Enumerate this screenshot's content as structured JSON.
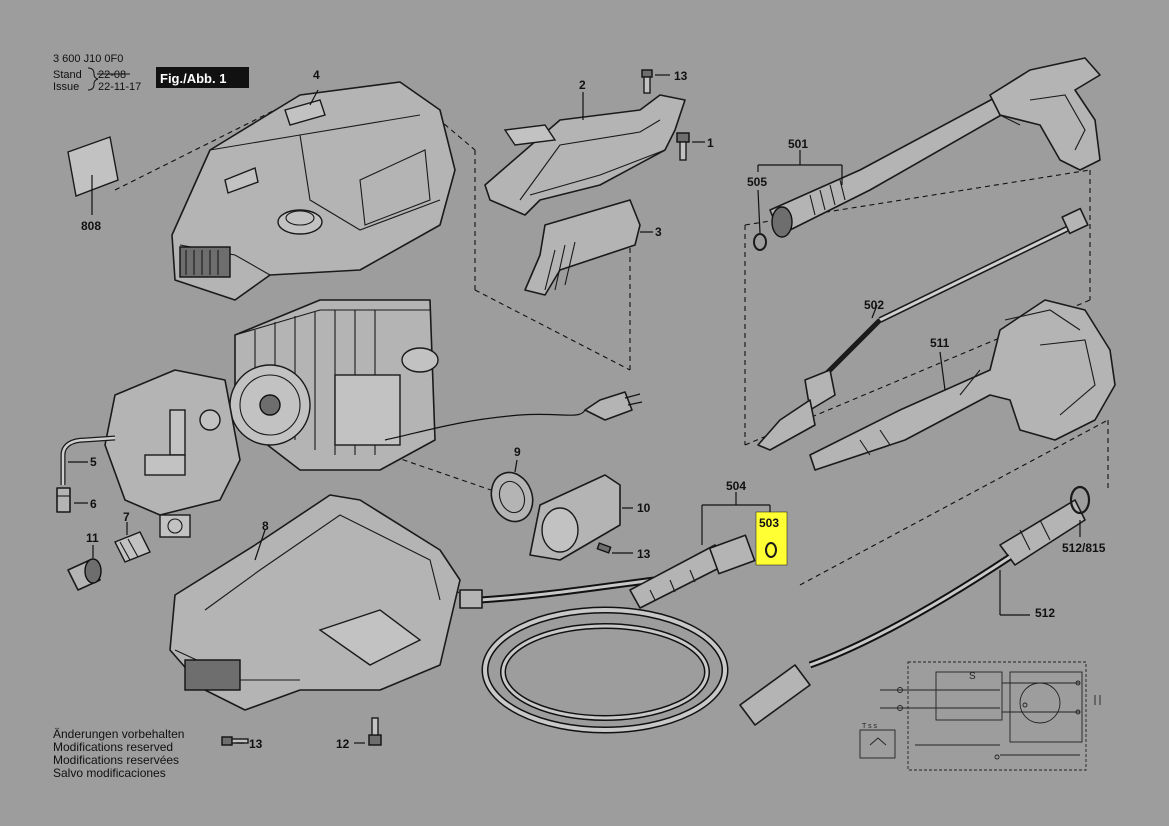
{
  "header": {
    "doc_number": "3 600 J10 0F0",
    "stand_label": "Stand",
    "issue_label": "Issue",
    "old_date_struck": "22-08",
    "issue_date": "22-11-17",
    "figure_label": "Fig./Abb. 1"
  },
  "footer_notes": [
    "Änderungen vorbehalten",
    "Modifications reserved",
    "Modifications reservées",
    "Salvo modificaciones"
  ],
  "callouts": {
    "c4": "4",
    "c2": "2",
    "c13a": "13",
    "c1": "1",
    "c3": "3",
    "c808": "808",
    "c501": "501",
    "c505": "505",
    "c502": "502",
    "c511": "511",
    "c5": "5",
    "c6": "6",
    "c7": "7",
    "c11": "11",
    "c8": "8",
    "c9": "9",
    "c10": "10",
    "c13b": "13",
    "c504": "504",
    "c503": "503",
    "c512815": "512/815",
    "c512": "512",
    "c13c": "13",
    "c12": "12"
  },
  "highlight": {
    "part_number": "503",
    "color": "#ffff33"
  },
  "schematic": {
    "switch_label": "S",
    "thermal_label": "T s s"
  },
  "colors": {
    "background": "#9d9d9d",
    "ink": "#111111",
    "part_fill": "#b4b4b4"
  }
}
